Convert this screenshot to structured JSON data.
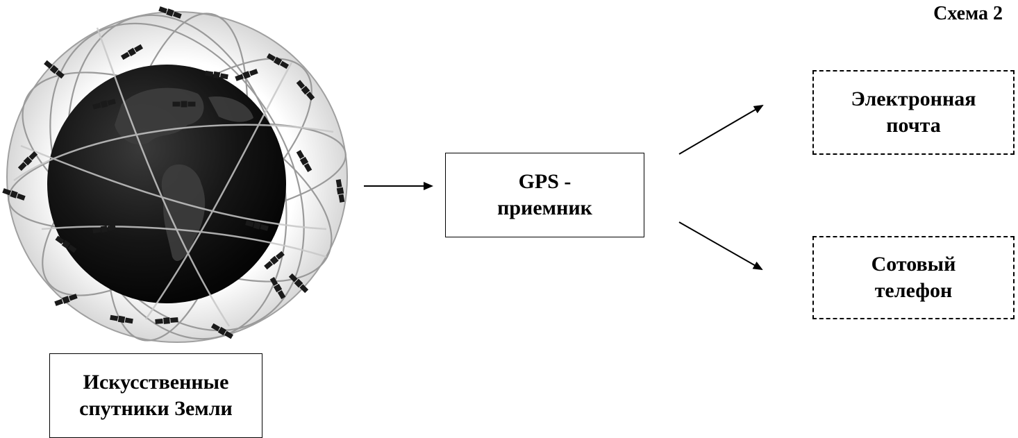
{
  "scheme_label": "Схема 2",
  "globe": {
    "icon": "earth-with-satellite-orbits-icon",
    "satellite_icon": "satellite-icon"
  },
  "boxes": {
    "satellites": {
      "line1": "Искусственные",
      "line2": "спутники Земли"
    },
    "gps": {
      "line1": "GPS -",
      "line2": "приемник"
    },
    "email": {
      "line1": "Электронная",
      "line2": "почта"
    },
    "phone": {
      "line1": "Сотовый",
      "line2": "телефон"
    }
  },
  "colors": {
    "ink": "#000000",
    "globe_dark": "#111111",
    "orbit": "#8a8a8a"
  }
}
